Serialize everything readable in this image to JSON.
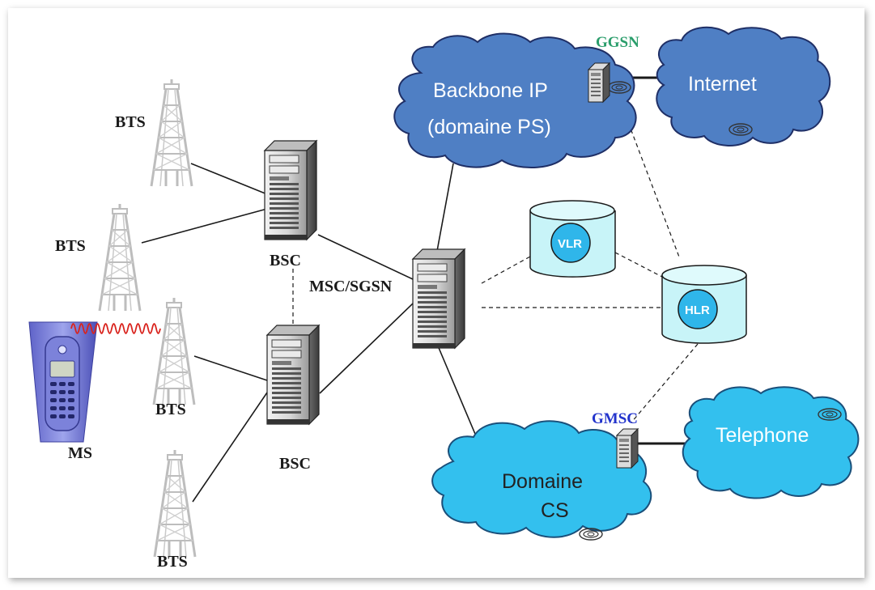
{
  "labels": {
    "bts_top": "BTS",
    "bts_mid": "BTS",
    "bts_lower": "BTS",
    "bts_bottom": "BTS",
    "bsc_top": "BSC",
    "bsc_bottom": "BSC",
    "msc_sgsn": "MSC/SGSN",
    "ms": "MS",
    "ggsn": "GGSN",
    "gmsc": "GMSC",
    "vlr": "VLR",
    "hlr": "HLR"
  },
  "clouds": {
    "backbone_line1": "Backbone IP",
    "backbone_line2": "(domaine PS)",
    "internet": "Internet",
    "domaine_line1": "Domaine",
    "domaine_line2": "CS",
    "telephone": "Telephone"
  },
  "colors": {
    "backbone_cloud": "#4f7fc4",
    "internet_cloud": "#4f7fc4",
    "cs_cloud": "#33c0ee",
    "telephone_cloud": "#33c0ee",
    "database": "#c8f4f8",
    "db_circle": "#2fb6ea",
    "ggsn_label": "#2a9d6b",
    "gmsc_label": "#2233cc",
    "radio_wave": "#d9231d"
  }
}
